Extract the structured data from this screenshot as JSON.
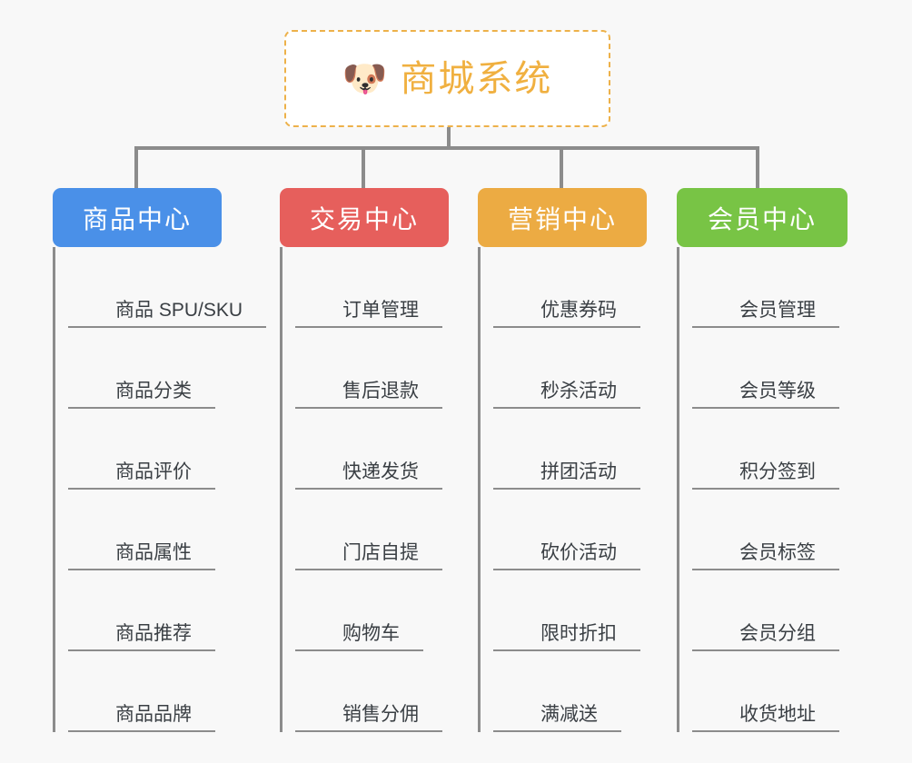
{
  "canvas": {
    "background_color": "#f8f8f8"
  },
  "root": {
    "icon": "dog-face-emoji",
    "emoji": "🐶",
    "title": "商城系统",
    "text_color": "#f0b040",
    "border_color": "#edb14a",
    "background_color": "#ffffff"
  },
  "connector": {
    "color": "#8c8c8c"
  },
  "branches": [
    {
      "id": "product-center",
      "label": "商品中心",
      "color": "#4a90e8",
      "items": [
        {
          "label": "商品 SPU/SKU"
        },
        {
          "label": "商品分类"
        },
        {
          "label": "商品评价"
        },
        {
          "label": "商品属性"
        },
        {
          "label": "商品推荐"
        },
        {
          "label": "商品品牌"
        }
      ]
    },
    {
      "id": "trade-center",
      "label": "交易中心",
      "color": "#e65f5c",
      "items": [
        {
          "label": "订单管理"
        },
        {
          "label": "售后退款"
        },
        {
          "label": "快递发货"
        },
        {
          "label": "门店自提"
        },
        {
          "label": "购物车"
        },
        {
          "label": "销售分佣"
        }
      ]
    },
    {
      "id": "marketing-center",
      "label": "营销中心",
      "color": "#ecab43",
      "items": [
        {
          "label": "优惠券码"
        },
        {
          "label": "秒杀活动"
        },
        {
          "label": "拼团活动"
        },
        {
          "label": "砍价活动"
        },
        {
          "label": "限时折扣"
        },
        {
          "label": "满减送"
        }
      ]
    },
    {
      "id": "member-center",
      "label": "会员中心",
      "color": "#78c445",
      "items": [
        {
          "label": "会员管理"
        },
        {
          "label": "会员等级"
        },
        {
          "label": "积分签到"
        },
        {
          "label": "会员标签"
        },
        {
          "label": "会员分组"
        },
        {
          "label": "收货地址"
        }
      ]
    }
  ]
}
